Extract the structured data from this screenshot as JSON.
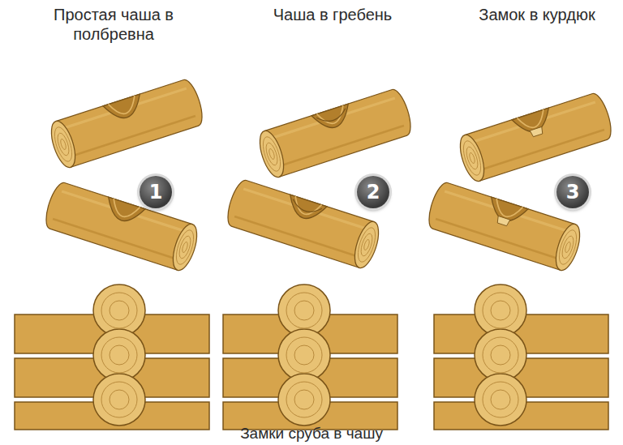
{
  "diagram": {
    "caption": "Замки сруба в чашу",
    "labels": [
      "Простая чаша в полбревна",
      "Чаша в гребень",
      "Замок в курдюк",
      "1",
      "2",
      "3"
    ]
  }
}
